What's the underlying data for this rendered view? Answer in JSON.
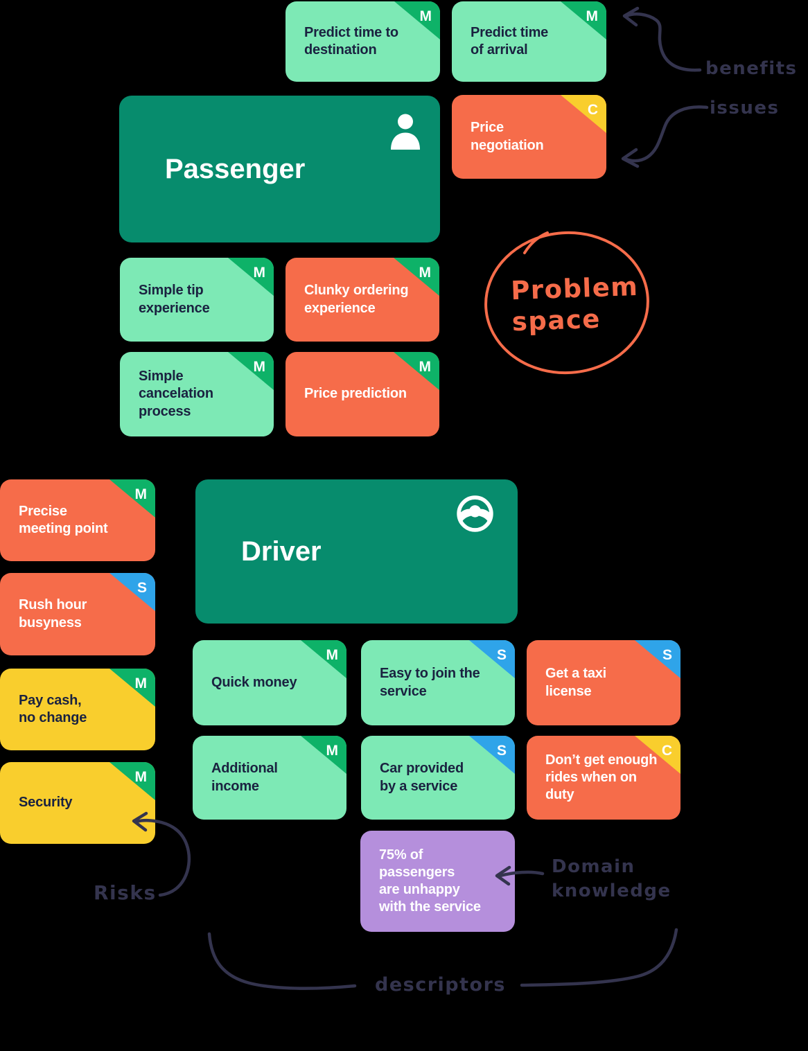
{
  "board": {
    "background": "#000000",
    "colors": {
      "teal": "#078C6D",
      "light_green": "#7DE9B5",
      "orange": "#F66C4A",
      "yellow": "#F9CE2D",
      "purple": "#B58FDC",
      "badge_green": "#0EB268",
      "badge_blue": "#2FA4E9",
      "badge_yellow": "#F9CE2D",
      "text_dark": "#1A2240",
      "text_light": "#FFFFFF",
      "handwriting": "#34344E",
      "handwriting_orange": "#F66C4A"
    }
  },
  "personas": {
    "passenger": {
      "title": "Passenger",
      "icon": "person-icon"
    },
    "driver": {
      "title": "Driver",
      "icon": "steering-wheel-icon"
    }
  },
  "cards": {
    "predict_destination": {
      "text": "Predict time to\ndestination",
      "badge": "M"
    },
    "predict_arrival": {
      "text": "Predict time\nof arrival",
      "badge": "M"
    },
    "price_negotiation": {
      "text": "Price negotiation",
      "badge": "C"
    },
    "simple_tip": {
      "text": "Simple tip\nexperience",
      "badge": "M"
    },
    "clunky_ordering": {
      "text": "Clunky ordering\nexperience",
      "badge": "M"
    },
    "simple_cancelation": {
      "text": "Simple\ncancelation\nprocess",
      "badge": "M"
    },
    "price_prediction": {
      "text": "Price prediction",
      "badge": "M"
    },
    "precise_meeting": {
      "text": "Precise\nmeeting point",
      "badge": "M"
    },
    "rush_hour": {
      "text": "Rush hour\nbusyness",
      "badge": "S"
    },
    "pay_cash": {
      "text": "Pay cash,\nno change",
      "badge": "M"
    },
    "security": {
      "text": "Security",
      "badge": "M"
    },
    "quick_money": {
      "text": "Quick money",
      "badge": "M"
    },
    "easy_join": {
      "text": "Easy to join the\nservice",
      "badge": "S"
    },
    "taxi_license": {
      "text": "Get a taxi license",
      "badge": "S"
    },
    "additional_income": {
      "text": "Additional\nincome",
      "badge": "M"
    },
    "car_provided": {
      "text": "Car provided\nby a service",
      "badge": "S"
    },
    "not_enough_rides": {
      "text": "Don’t get enough\nrides when on duty",
      "badge": "C"
    },
    "domain_fact": {
      "text": "75% of passengers\nare unhappy\nwith the service"
    }
  },
  "annotations": {
    "benefits": "benefits",
    "issues": "issues",
    "problem_space": "Problem\nspace",
    "risks": "Risks",
    "domain_knowledge": "Domain\nknowledge",
    "descriptors": "descriptors"
  }
}
